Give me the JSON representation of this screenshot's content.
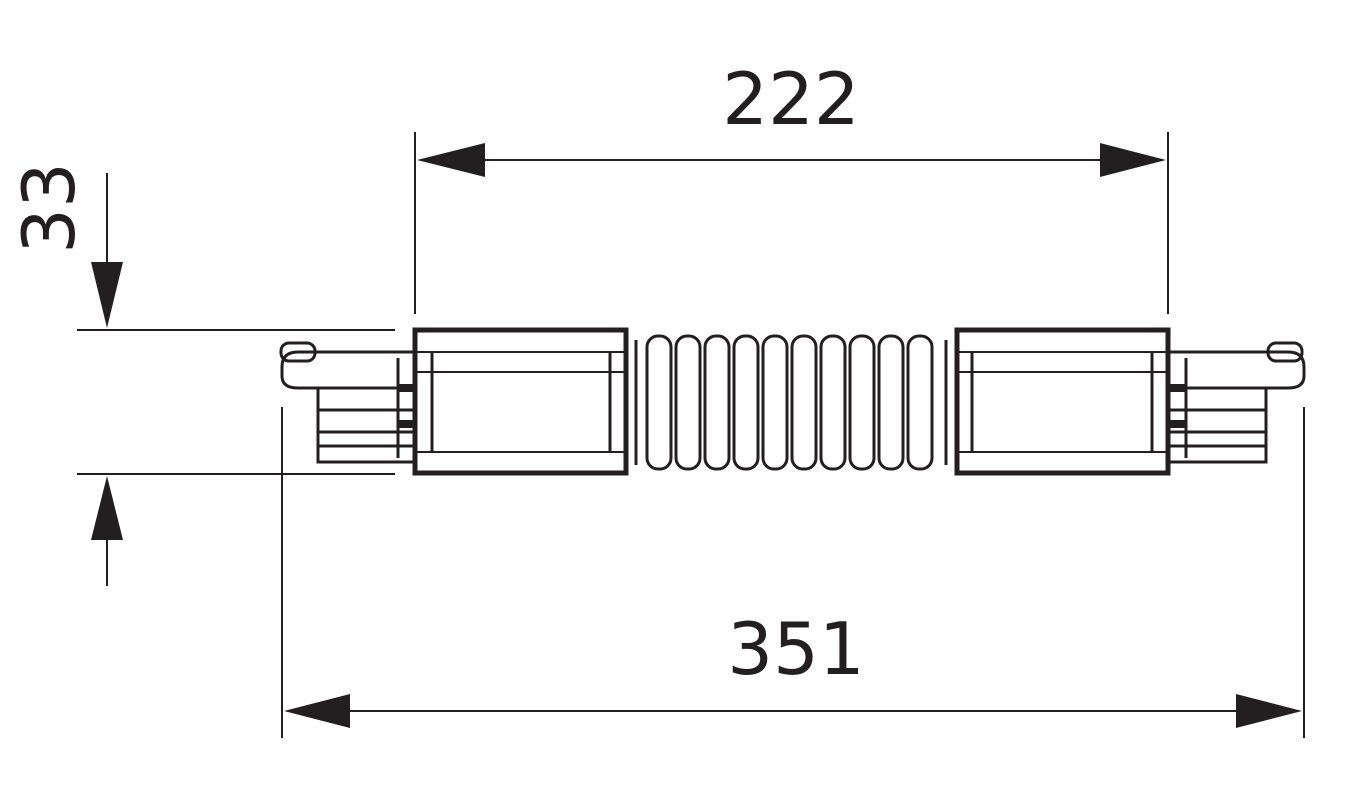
{
  "dimensions": {
    "height_label": "33",
    "connector_length_label": "222",
    "total_length_label": "351"
  }
}
